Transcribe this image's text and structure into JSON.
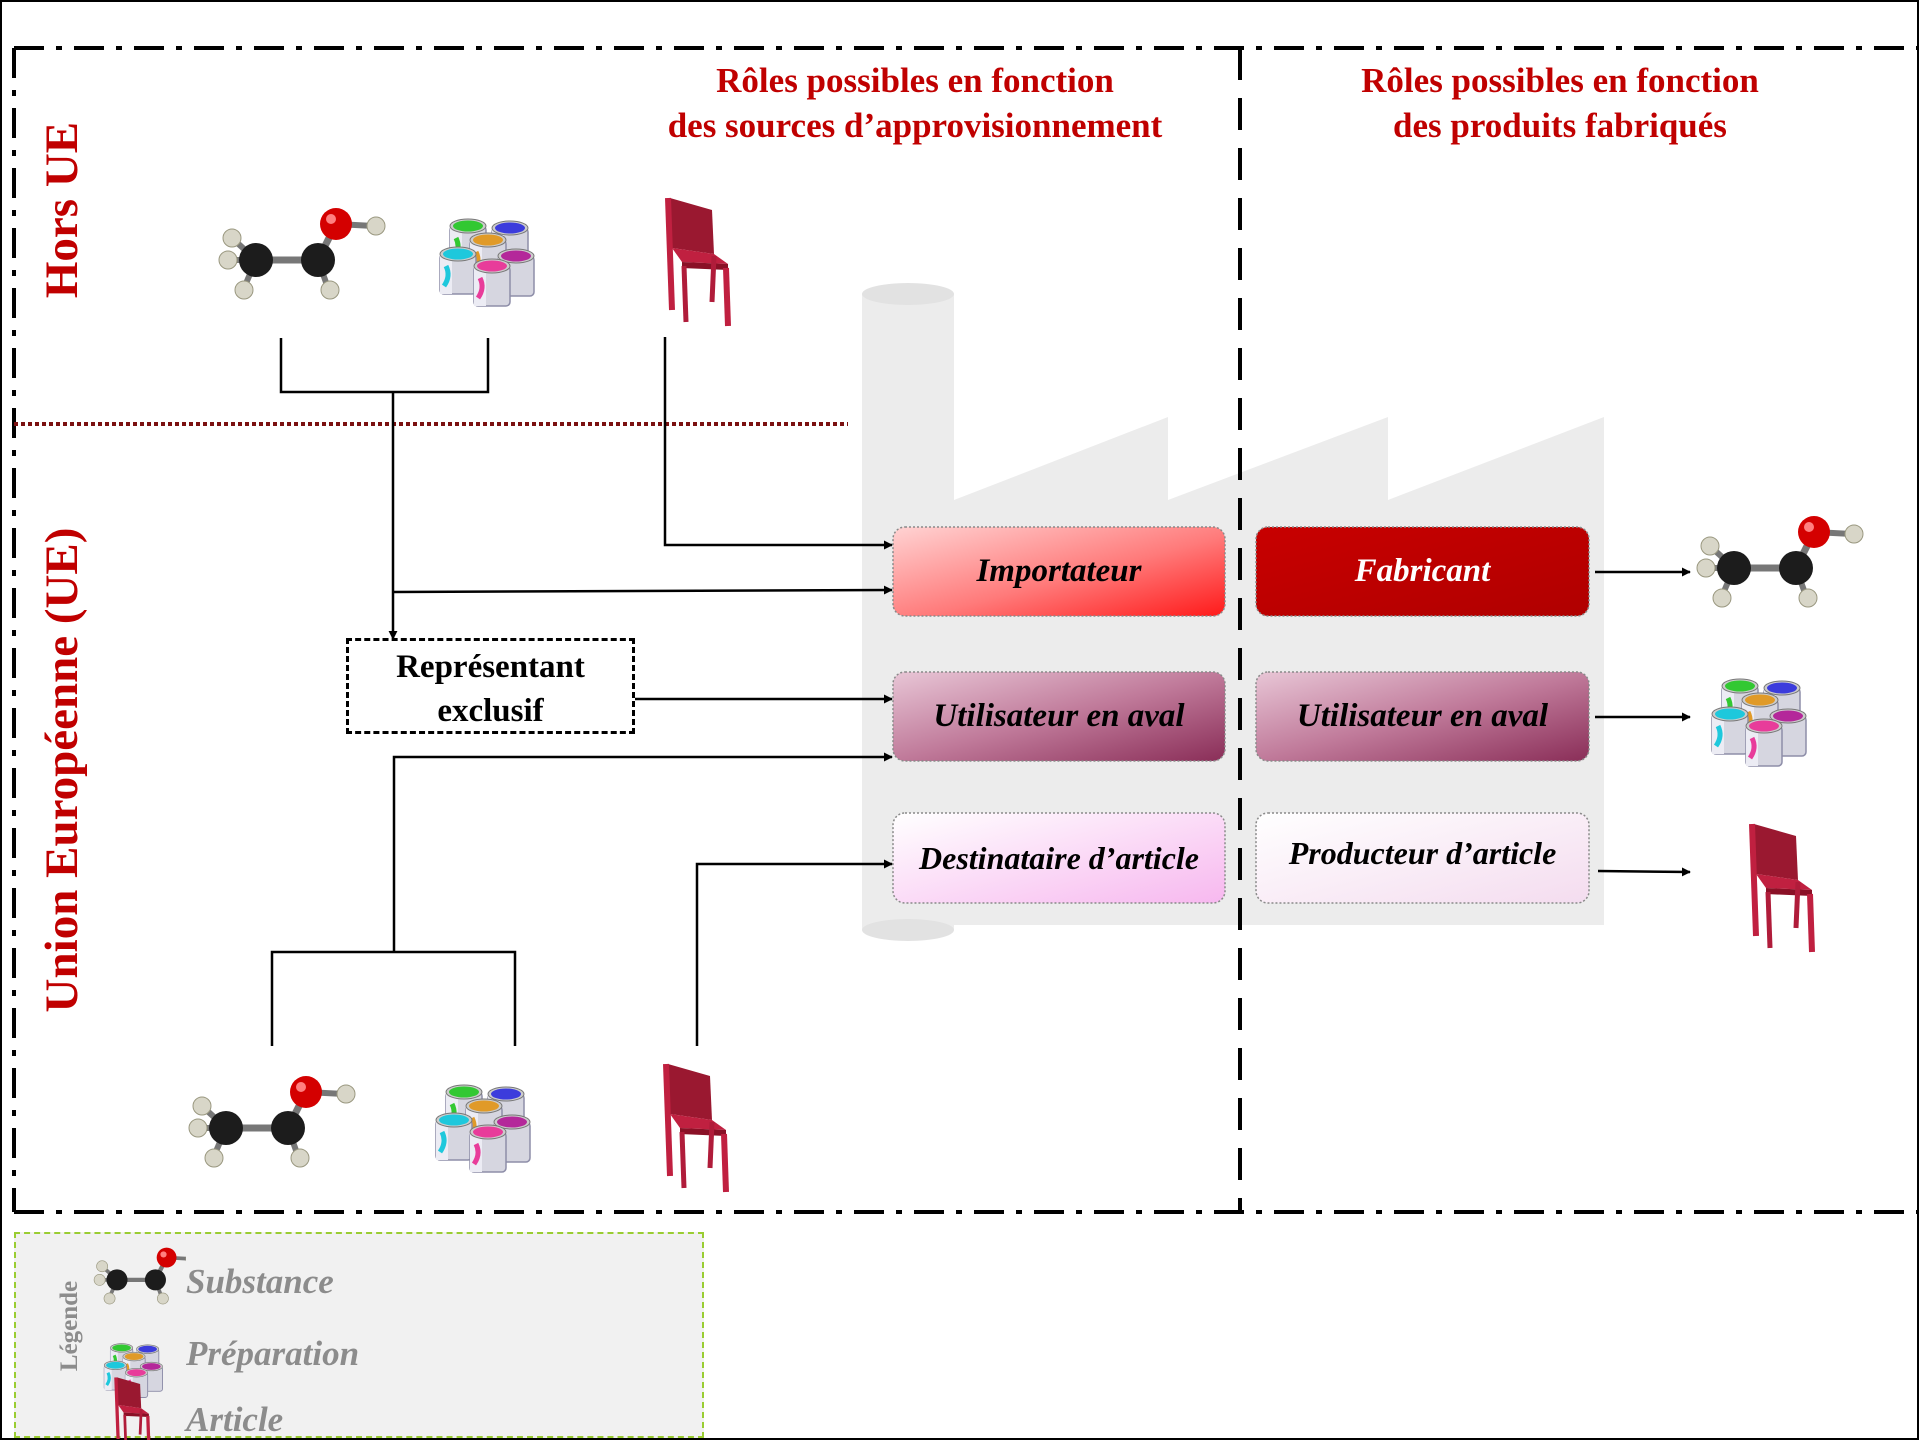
{
  "headers": {
    "sources": [
      "Rôles possibles en fonction",
      "des sources d’approvisionnement"
    ],
    "products": [
      "Rôles possibles en fonction",
      "des produits fabriqués"
    ]
  },
  "regions": {
    "outside": "Hors UE",
    "inside": "Union Européenne (UE)"
  },
  "roles": {
    "left": [
      "Importateur",
      "Utilisateur en aval",
      "Destinataire d’article"
    ],
    "right": [
      "Fabricant",
      "Utilisateur en aval",
      "Producteur d’article"
    ]
  },
  "representative": [
    "Représentant",
    "exclusif"
  ],
  "legend": {
    "title": "Légende",
    "items": [
      "Substance",
      "Préparation",
      "Article"
    ]
  },
  "icons": [
    "molecule-icon",
    "paint-cans-icon",
    "chair-icon"
  ],
  "colors": {
    "title_red": "#c00000",
    "importateur": "#ff5050",
    "fabricant": "#c00000",
    "utilisateur": "#a0426a",
    "article": "#fbd0f6",
    "legend_border": "#9acd32"
  }
}
